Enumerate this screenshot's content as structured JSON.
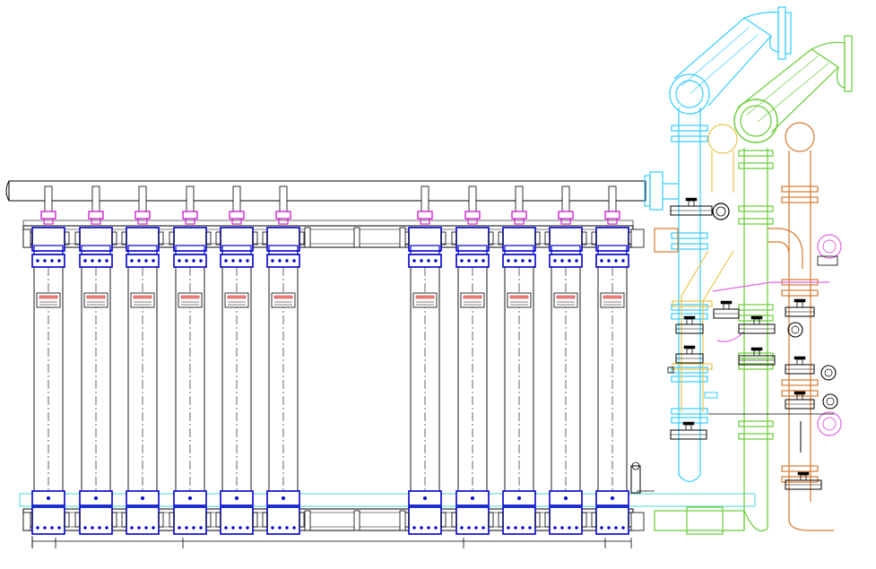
{
  "drawing": {
    "background": "#ffffff",
    "colors": {
      "frame": "#000000",
      "module": "#0000cc",
      "module_fill": "#ffffff",
      "fitting": "#cc00cc",
      "feed_pipe": "#33ccff",
      "permeate_pipe": "#66cc33",
      "concentrate_pipe": "#e8c44a",
      "drain_pipe": "#d9772b",
      "aux_pipe": "#e066e0",
      "bottom_pipe": "#66dddd",
      "valve": "#000000"
    },
    "module_count": 11,
    "module_groups": [
      6,
      5
    ],
    "labels_shown_as_text": []
  },
  "icons": {
    "module": "uf-membrane-module-icon",
    "valve": "butterfly-valve-icon",
    "gauge": "pressure-gauge-icon",
    "flange": "pipe-flange-icon",
    "elbow": "pipe-elbow-icon"
  }
}
